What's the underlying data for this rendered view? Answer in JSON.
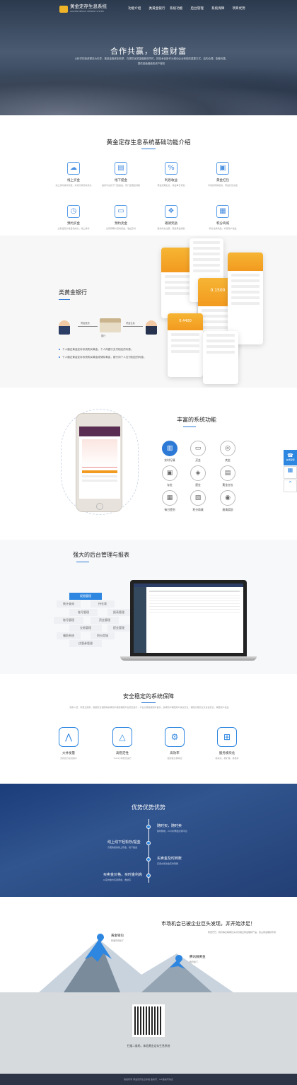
{
  "brand": {
    "name": "黄金定存生息系统",
    "sub": "GOLDEN DEPOSIT INTEREST SYSTEM"
  },
  "nav": [
    "功能介绍",
    "类黄金银行",
    "系统功能",
    "后台管理",
    "系统保障",
    "项目优势"
  ],
  "hero": {
    "title": "合作共赢，创造财富",
    "desc": "以科学的投资理念为先导，推进金融体制改革，在提供优质金融服务同时，把技术创新作为推动企业转型的重要方式，结构合理、配套完善，提供保值增值的资产服务"
  },
  "features": {
    "title": "黄金定存生息系统基础功能介绍",
    "items": [
      {
        "icon": "cloud-icon",
        "title": "线上买金",
        "desc": "线上实时操作买卖，对接行情及时成交"
      },
      {
        "icon": "store-icon",
        "title": "线下提金",
        "desc": "提供平台线下门店提金，到门店便捷领取"
      },
      {
        "icon": "percent-icon",
        "title": "利息收益",
        "desc": "黄金定期生息，收益每日增加"
      },
      {
        "icon": "gift-card-icon",
        "title": "黄金红包",
        "desc": "丰富的营销活动，黄金红包派送"
      },
      {
        "icon": "clock-icon",
        "title": "预约买金",
        "desc": "达到设定价格自动成交，线上操作"
      },
      {
        "icon": "wallet-icon",
        "title": "预约卖金",
        "desc": "达到预期价自动卖金，收益及时"
      },
      {
        "icon": "gift-icon",
        "title": "邀请奖励",
        "desc": "邀请好友注册，赠送黄金奖励"
      },
      {
        "icon": "shop-icon",
        "title": "积分商城",
        "desc": "积分兑换商品，丰富用户权益"
      }
    ]
  },
  "bank": {
    "title": "类黄金银行",
    "flow": [
      "黄金投资",
      "银行",
      "黄金生息"
    ],
    "bullets": [
      "个人通过黄金定存系统购买黄金，个人向银行支付相应的利息。",
      "个人通过黄金定存系统购买黄金或储存黄金，银行向个人支付相应的利息。"
    ],
    "app_balance": "0.1500",
    "app_price": "0.4400"
  },
  "rich": {
    "title": "丰富的系统功能",
    "items": [
      {
        "icon": "bar-chart-icon",
        "label": "实时行情",
        "active": true
      },
      {
        "icon": "buy-icon",
        "label": "买金",
        "active": false
      },
      {
        "icon": "sell-icon",
        "label": "卖金",
        "active": false
      },
      {
        "icon": "deposit-icon",
        "label": "存金",
        "active": false
      },
      {
        "icon": "withdraw-icon",
        "label": "提金",
        "active": false
      },
      {
        "icon": "redpacket-icon",
        "label": "黄金红包",
        "active": false
      },
      {
        "icon": "calendar-icon",
        "label": "每日签到",
        "active": false
      },
      {
        "icon": "mall-icon",
        "label": "积分商城",
        "active": false
      },
      {
        "icon": "invite-icon",
        "label": "邀请奖励",
        "active": false
      }
    ]
  },
  "side": {
    "service": "在线客服"
  },
  "admin": {
    "title": "强大的后台管理与报表",
    "tags": [
      "权限管理",
      "统计查询",
      "持仓表",
      "账号管理",
      "报表管理",
      "账号管理",
      "资金管理",
      "交易管理",
      "提金管理",
      "辅助系统",
      "积分商城",
      "优惠券管理"
    ]
  },
  "safe": {
    "title": "安全稳定的系统保障",
    "desc": "服务人员、阿里云服务、数据安全保障等多重防护措施保障平台稳定运行，平台交易数据实时备份，多重防护保障用户信息安全，保障交易安全及资金安全，保障用户权益",
    "items": [
      {
        "icon": "big-data-icon",
        "title": "大并发量",
        "desc": "支持百万在线用户"
      },
      {
        "icon": "triangle-icon",
        "title": "高稳定性",
        "desc": "7x24小时稳定运行"
      },
      {
        "icon": "gear-icon",
        "title": "高效率",
        "desc": "毫秒级交易响应"
      },
      {
        "icon": "modules-icon",
        "title": "服务模块化",
        "desc": "模块化，易扩展，易维护"
      }
    ]
  },
  "adv": {
    "title": "优势优势优势",
    "items": [
      {
        "title": "随时买，随时卖",
        "desc": "随时随地，24小时黄金交易平台"
      },
      {
        "title": "线上线下轻松存/提金",
        "desc": "方便快捷的线上存金，线下提金"
      },
      {
        "title": "买卖金及时到账",
        "desc": "买卖交易资金实时到账"
      },
      {
        "title": "买卖金价格，买时金利高",
        "desc": "以实时金价买卖黄金，收益高"
      }
    ]
  },
  "market": {
    "title": "市场机会已被企业巨头发现，并开始涉足！",
    "desc": "阿里巴巴、腾讯等互联网巨头纷纷推出黄金理财产品，抢占黄金理财市场",
    "pins": [
      {
        "name": "黄金钱包",
        "sub": "阿里巴巴旗下"
      },
      {
        "name": "腾讯微黄金",
        "sub": "腾讯旗下"
      }
    ]
  },
  "footer": {
    "qr_text": "扫描二维码，体验黄金定存生息系统",
    "copyright": "版权所有 黄金定存生息系统 备案号：ICP备案号信息"
  }
}
